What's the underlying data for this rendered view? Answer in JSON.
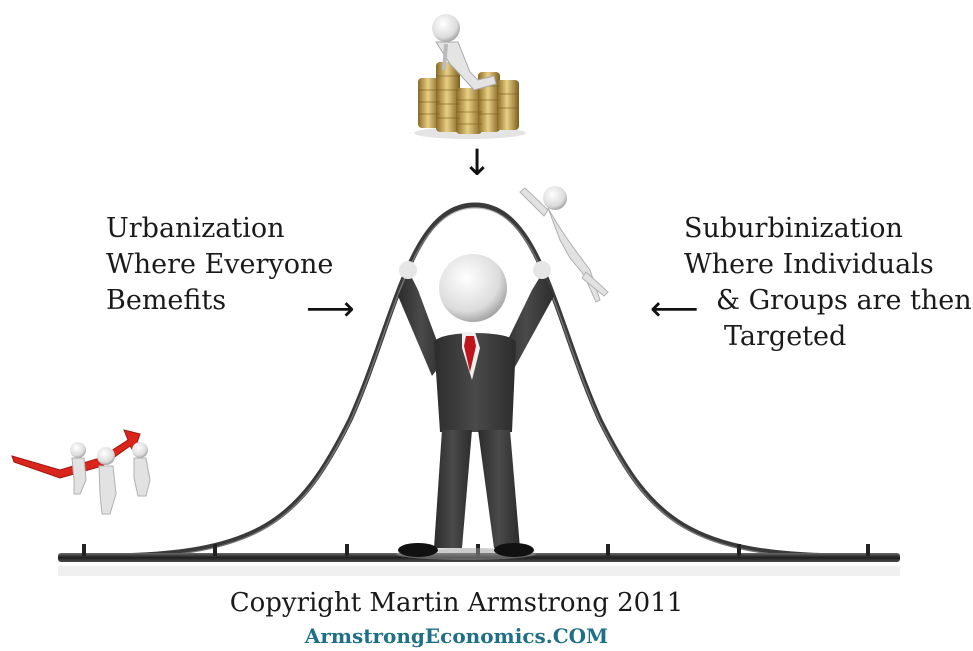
{
  "left_label": {
    "lines": [
      "Urbanization",
      "Where Everyone",
      "Bemefits"
    ]
  },
  "right_label": {
    "lines": [
      "Suburbinization",
      "Where Individuals",
      "& Groups are then",
      "Targeted"
    ]
  },
  "copyright": "Copyright Martin Armstrong 2011",
  "website": "ArmstrongEconomics.COM",
  "arrows": {
    "down": "↓",
    "right": "⟶",
    "left": "⟵"
  },
  "colors": {
    "curve": "#3a3a3a",
    "baseline": "#2a2a2a",
    "suit": "#3d3d3d",
    "tie": "#c0141c",
    "coin": "#c9a44a",
    "red_arrow": "#d9261c",
    "site_text": "#1f6f86"
  },
  "icons": {
    "top": "businessman-on-coin-stacks-icon",
    "center": "businessman-holding-curve-icon",
    "falling": "falling-figure-icon",
    "bottom_left": "team-pushing-red-arrow-icon"
  }
}
